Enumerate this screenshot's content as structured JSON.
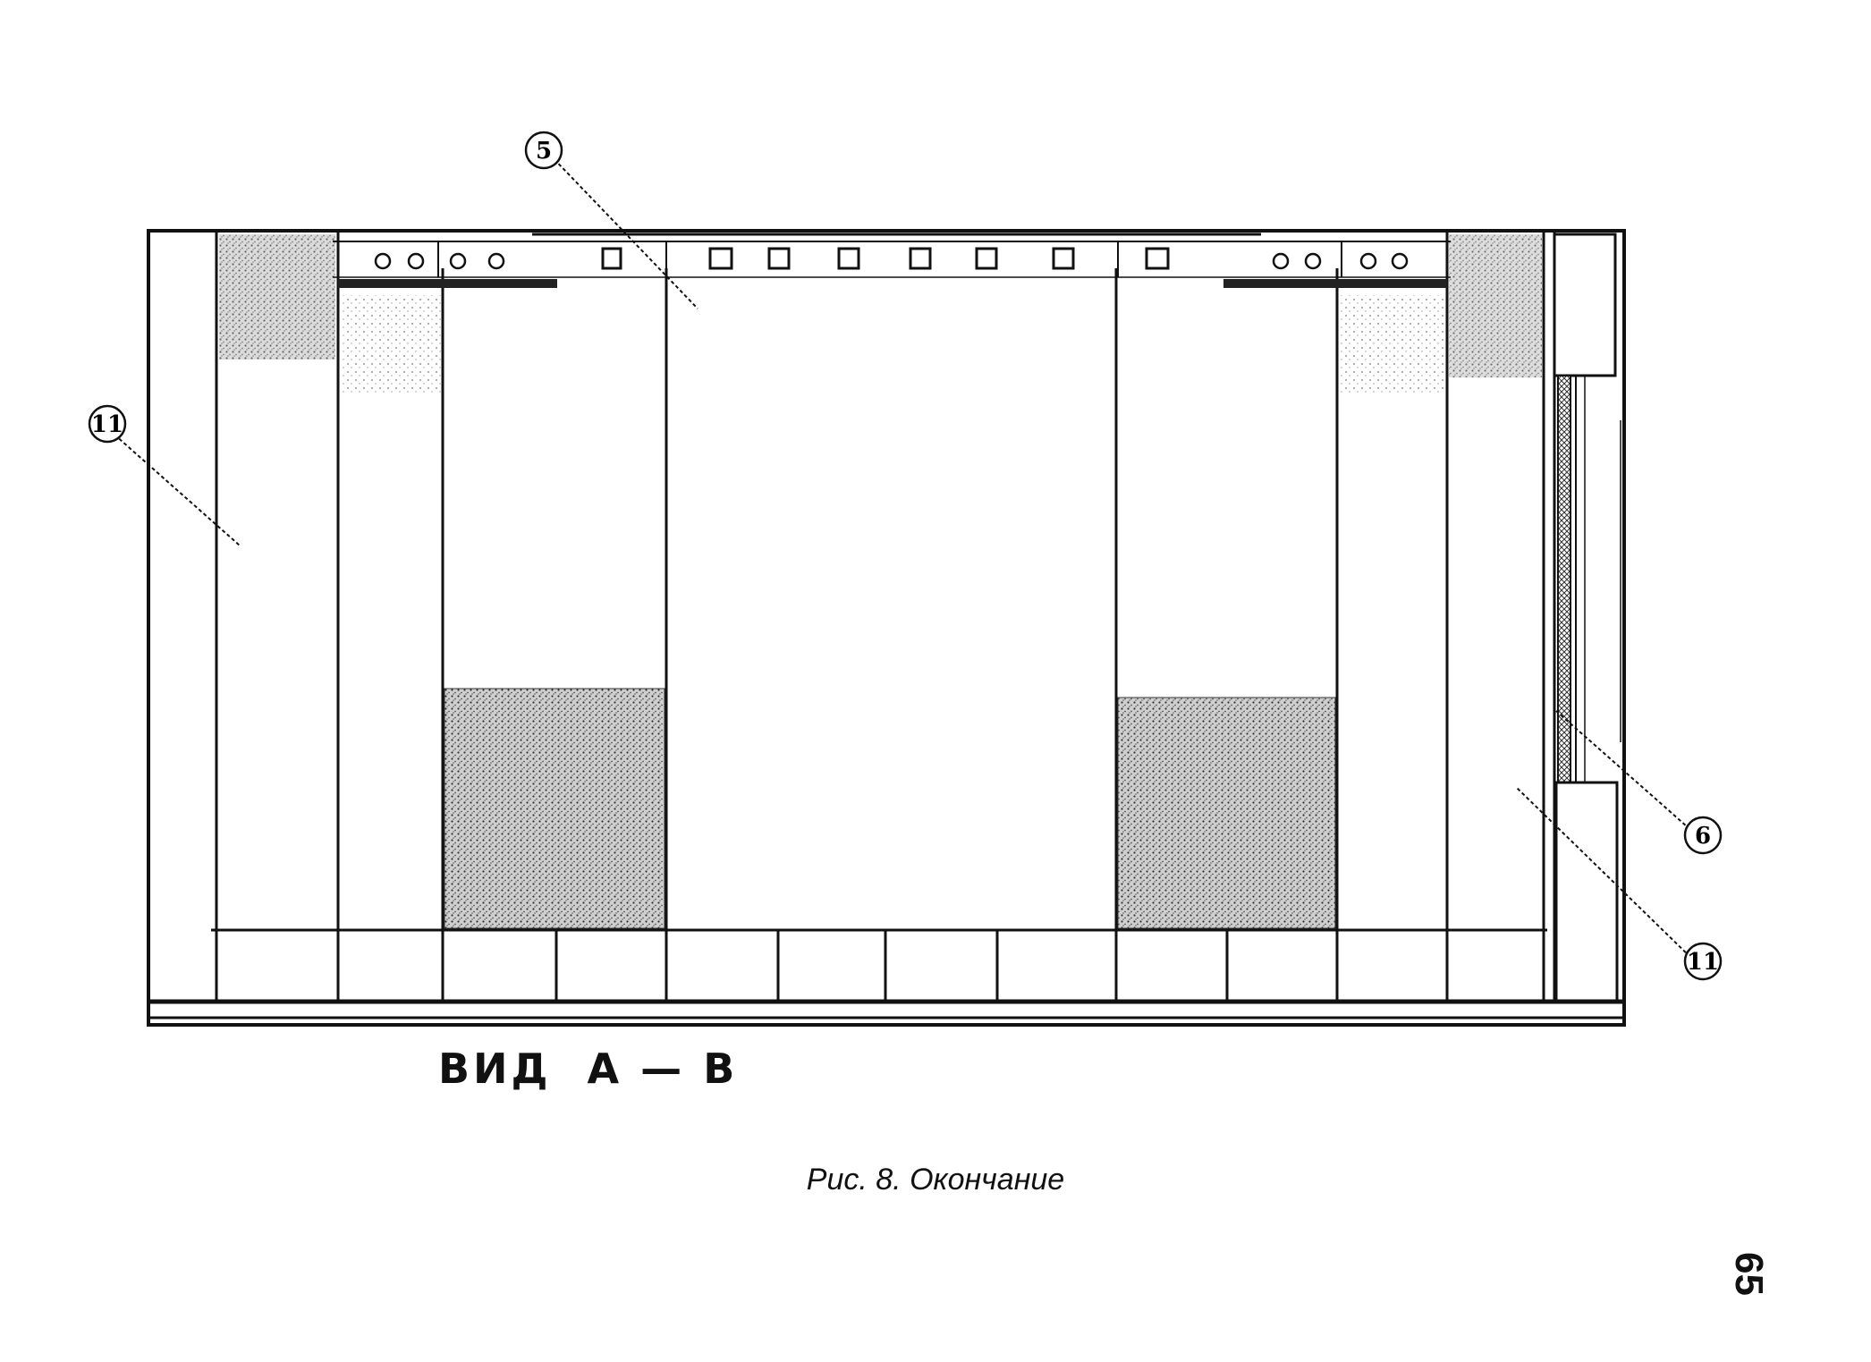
{
  "drawing": {
    "callouts": {
      "top_center": "5",
      "left": "11",
      "right_upper": "6",
      "right_lower": "11"
    }
  },
  "view_label": "ВИД  А — В",
  "caption": "Рис. 8. Окончание",
  "page_number": "65"
}
